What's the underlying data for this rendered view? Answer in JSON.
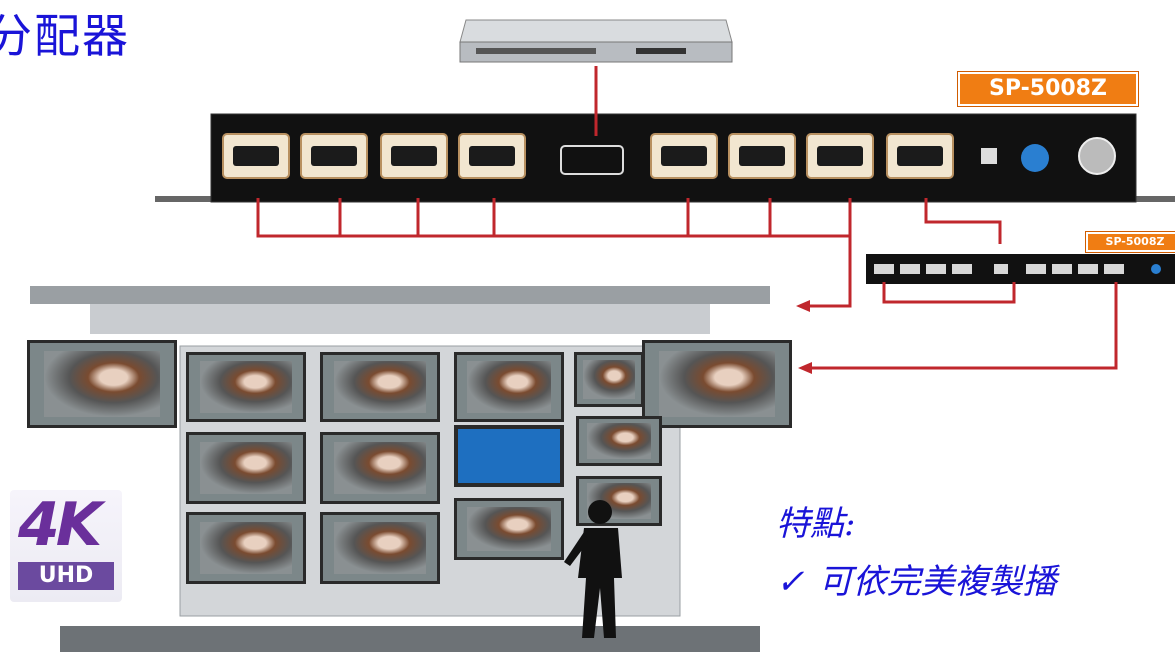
{
  "title": "分配器",
  "model_badge": "SP-5008Z",
  "model_badge_small": "SP-5008Z",
  "features_heading": "特點:",
  "feature_items": [
    "可依完美複製播"
  ],
  "check_symbol": "✓",
  "logo": {
    "big": "4K",
    "sub": "UHD"
  },
  "colors": {
    "accent_blue": "#1a14d8",
    "badge_orange": "#f07d13",
    "cable_red": "#c0272d",
    "logo_purple": "#6a2f9b"
  }
}
